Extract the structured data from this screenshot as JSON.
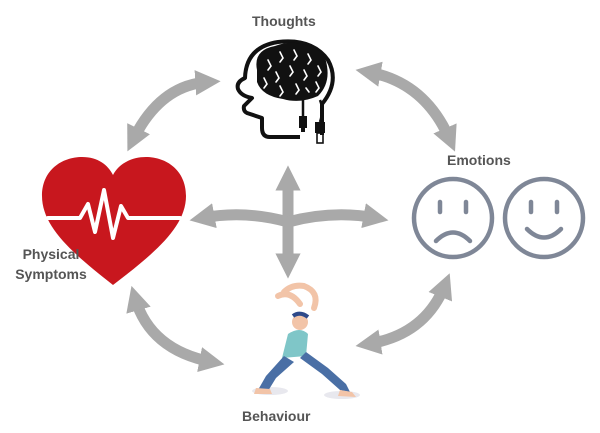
{
  "diagram": {
    "nodes": {
      "thoughts": {
        "label": "Thoughts",
        "icon": "brain-head-icon"
      },
      "emotions": {
        "label": "Emotions",
        "icon": "sad-happy-faces-icon"
      },
      "physical": {
        "label_line1": "Physical",
        "label_line2": "Symptoms",
        "icon": "heart-ecg-icon"
      },
      "behaviour": {
        "label": "Behaviour",
        "icon": "stretching-person-icon"
      }
    },
    "colors": {
      "arrow": "#a9a9a9",
      "heart": "#c8171e",
      "faces": "#7f8797",
      "label": "#555555",
      "person_top": "#7fc6c8",
      "person_pants": "#4a6fa5",
      "person_skin": "#f2c4a8",
      "person_headband": "#2e4a8a"
    }
  }
}
